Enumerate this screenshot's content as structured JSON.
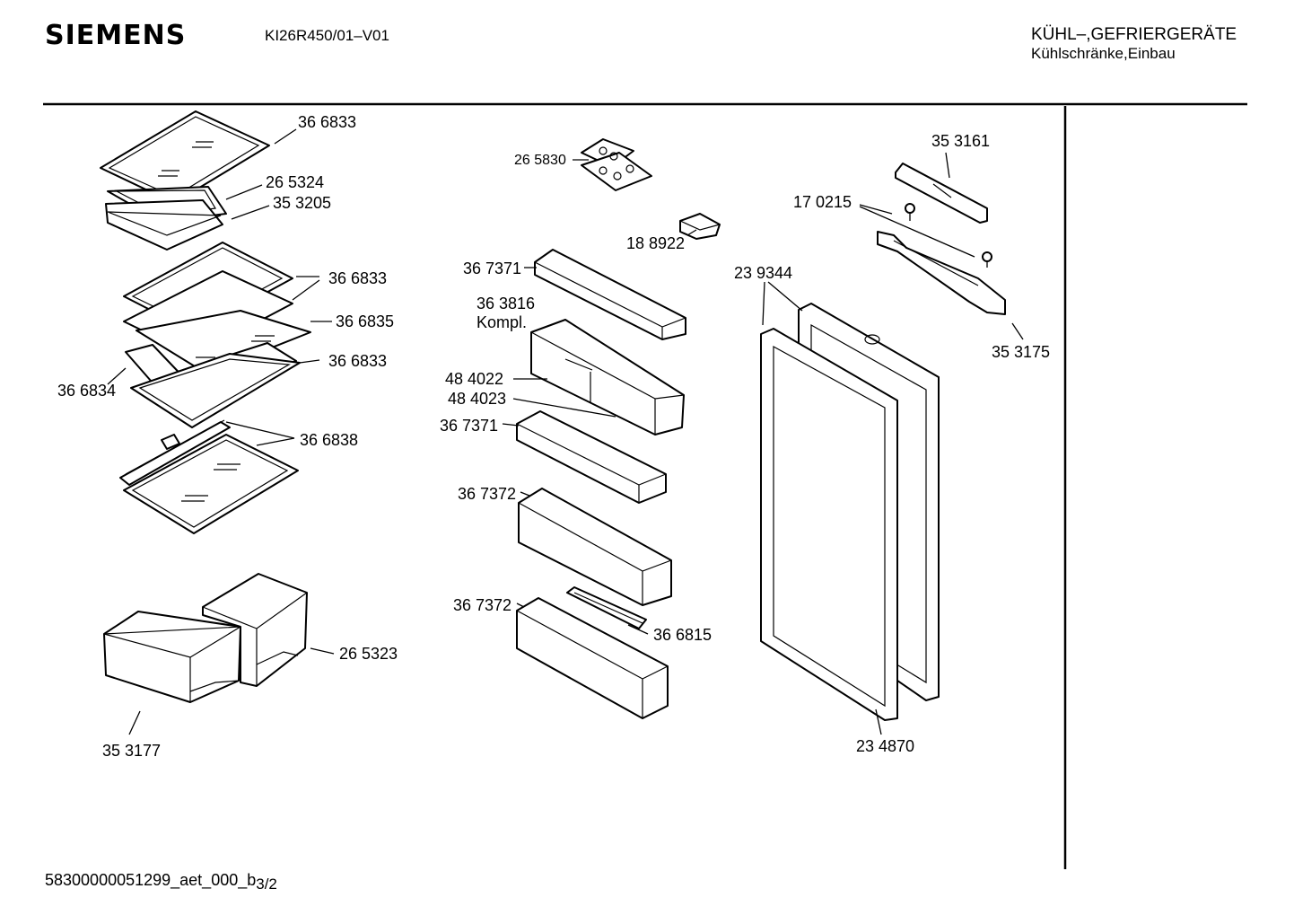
{
  "header": {
    "brand": "SIEMENS",
    "model": "KI26R450/01–V01",
    "category_line1": "KÜHL–,GEFRIERGERÄTE",
    "category_line2": "Kühlschränke,Einbau"
  },
  "labels": {
    "l366833a": "36 6833",
    "l265324": "26 5324",
    "l353205": "35 3205",
    "l366833b": "36 6833",
    "l366835": "36 6835",
    "l366833c": "36 6833",
    "l366834": "36 6834",
    "l366838": "36 6838",
    "l265323": "26 5323",
    "l353177": "35 3177",
    "l265830": "26 5830",
    "l188922": "18 8922",
    "l367371a": "36 7371",
    "l363816": "36 3816",
    "kompl": "Kompl.",
    "l484022": "48 4022",
    "l484023": "48 4023",
    "l367371b": "36 7371",
    "l367372a": "36 7372",
    "l367372b": "36 7372",
    "l366815": "36 6815",
    "l353161": "35 3161",
    "l170215": "17 0215",
    "l239344": "23 9344",
    "l353175": "35 3175",
    "l234870": "23 4870"
  },
  "footer": {
    "doc_id": "58300000051299_aet_000_b",
    "page": "3/2"
  }
}
